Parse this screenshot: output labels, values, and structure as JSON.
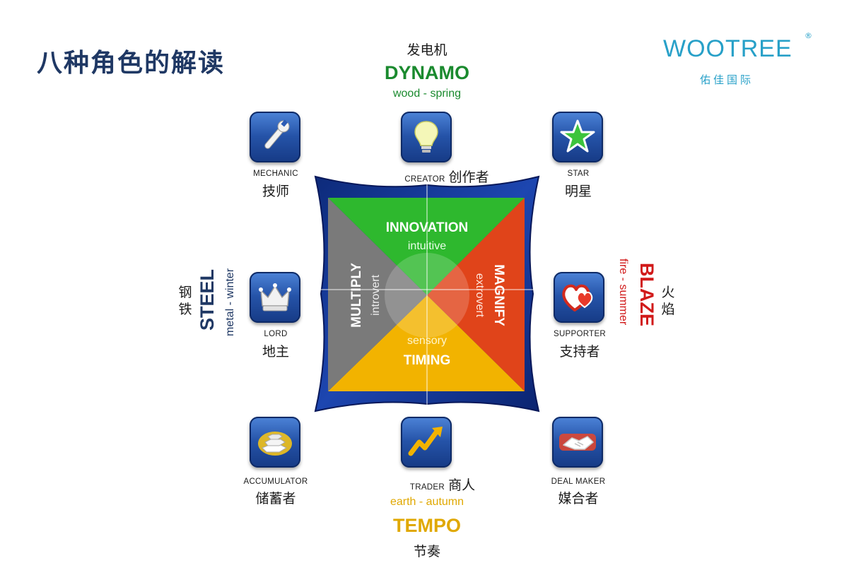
{
  "page": {
    "title": "八种角色的解读"
  },
  "logo": {
    "name": "WOOTREE",
    "reg": "®",
    "sub": "佑佳国际"
  },
  "elements": {
    "dynamo": {
      "cn": "发电机",
      "name": "DYNAMO",
      "sub": "wood - spring",
      "color": "#1a8a2e"
    },
    "blaze": {
      "cn": "火焰",
      "name": "BLAZE",
      "sub": "fire - summer",
      "color": "#d11a1a"
    },
    "tempo": {
      "cn": "节奏",
      "name": "TEMPO",
      "sub": "earth - autumn",
      "color": "#e0a800"
    },
    "steel": {
      "cn": "钢铁",
      "name": "STEEL",
      "sub": "metal - winter",
      "color": "#1f3864"
    }
  },
  "quadrants": {
    "top": {
      "title": "INNOVATION",
      "sub": "intuitive",
      "color": "#2eb82e"
    },
    "right": {
      "title": "MAGNIFY",
      "sub": "extrovert",
      "color": "#e0441a"
    },
    "bottom": {
      "title": "TIMING",
      "sub": "sensory",
      "color": "#f2b300"
    },
    "left": {
      "title": "MULTIPLY",
      "sub": "introvert",
      "color": "#7a7a7a"
    }
  },
  "roles": {
    "mechanic": {
      "en": "MECHANIC",
      "cn": "技师",
      "icon": "wrench-icon"
    },
    "creator": {
      "en": "CREATOR",
      "cn": "创作者",
      "icon": "lightbulb-icon"
    },
    "star": {
      "en": "STAR",
      "cn": "明星",
      "icon": "star-icon"
    },
    "lord": {
      "en": "LORD",
      "cn": "地主",
      "icon": "crown-icon"
    },
    "supporter": {
      "en": "SUPPORTER",
      "cn": "支持者",
      "icon": "heart-icon"
    },
    "accumulator": {
      "en": "ACCUMULATOR",
      "cn": "储蓄者",
      "icon": "gold-bars-icon"
    },
    "trader": {
      "en": "TRADER",
      "cn": "商人",
      "icon": "trend-arrow-icon"
    },
    "dealmaker": {
      "en": "DEAL MAKER",
      "cn": "媒合者",
      "icon": "handshake-icon"
    }
  }
}
